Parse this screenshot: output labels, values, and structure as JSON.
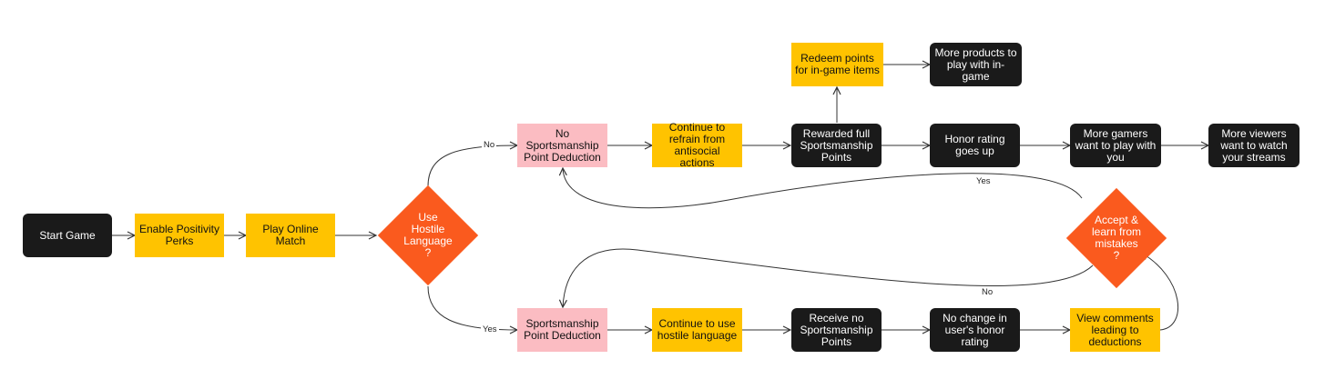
{
  "nodes": {
    "start_game": "Start Game",
    "enable_perks": "Enable Positivity\nPerks",
    "play_online": "Play Online\nMatch",
    "use_hostile": "Use\nHostile\nLanguage\n?",
    "no_deduction": "No\nSportsmanship\nPoint Deduction",
    "continue_refrain": "Continue to\nrefrain from\nantisocial actions",
    "rewarded_full": "Rewarded full\nSportsmanship\nPoints",
    "redeem_points": "Redeem points\nfor in-game items",
    "more_products": "More products to\nplay with in-game",
    "honor_up": "Honor rating\ngoes up",
    "more_gamers": "More gamers\nwant to play with\nyou",
    "more_viewers": "More viewers\nwant to watch\nyour streams",
    "deduction": "Sportsmanship\nPoint Deduction",
    "continue_hostile": "Continue to use\nhostile language",
    "receive_no": "Receive no\nSportsmanship\nPoints",
    "no_change": "No change in\nuser's honor\nrating",
    "view_comments": "View comments\nleading to\ndeductions",
    "accept_learn": "Accept &\nlearn from\nmistakes\n?"
  },
  "edge_labels": {
    "no_top": "No",
    "yes_bottom": "Yes",
    "yes_return": "Yes",
    "no_return": "No"
  },
  "colors": {
    "black_node": "#1a1a1a",
    "yellow_node": "#ffc300",
    "pink_node": "#fbbcc2",
    "decision": "#fa5a1e",
    "line": "#333333"
  }
}
